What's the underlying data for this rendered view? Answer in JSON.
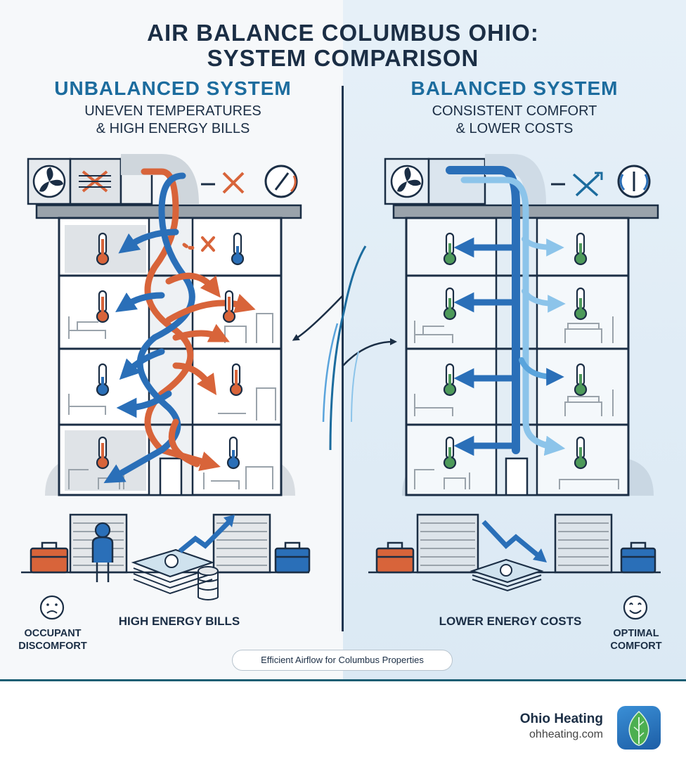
{
  "header": {
    "title_line1": "AIR BALANCE COLUMBUS OHIO:",
    "title_line2": "SYSTEM COMPARISON"
  },
  "left_panel": {
    "title": "UNBALANCED SYSTEM",
    "subtitle_line1": "UNEVEN TEMPERATURES",
    "subtitle_line2": "& HIGH ENERGY BILLS",
    "caption_bills": "HIGH ENERGY BILLS",
    "caption_comfort_line1": "OCCUPANT",
    "caption_comfort_line2": "DISCOMFORT"
  },
  "right_panel": {
    "title": "BALANCED SYSTEM",
    "subtitle_line1": "CONSISTENT COMFORT",
    "subtitle_line2": "& LOWER COSTS",
    "caption_bills": "LOWER ENERGY COSTS",
    "caption_comfort_line1": "OPTIMAL",
    "caption_comfort_line2": "COMFORT"
  },
  "footer": {
    "pill": "Efficient Airflow for Columbus Properties",
    "brand_name": "Ohio Heating",
    "brand_url": "ohheating.com"
  },
  "colors": {
    "navy": "#1b2e45",
    "accent_blue": "#1c6c9e",
    "hot_orange": "#d8643a",
    "cool_blue": "#2a6fb8",
    "comfort_green": "#4d9a5a"
  },
  "icons": [
    "fan-icon",
    "damper-icon",
    "gauge-icon",
    "thermometer-icon",
    "toolbox-icon",
    "person-icon",
    "money-stack-icon",
    "coin-stack-icon",
    "trend-arrow-icon",
    "sad-face-icon",
    "smile-face-icon",
    "leaf-logo-icon"
  ]
}
